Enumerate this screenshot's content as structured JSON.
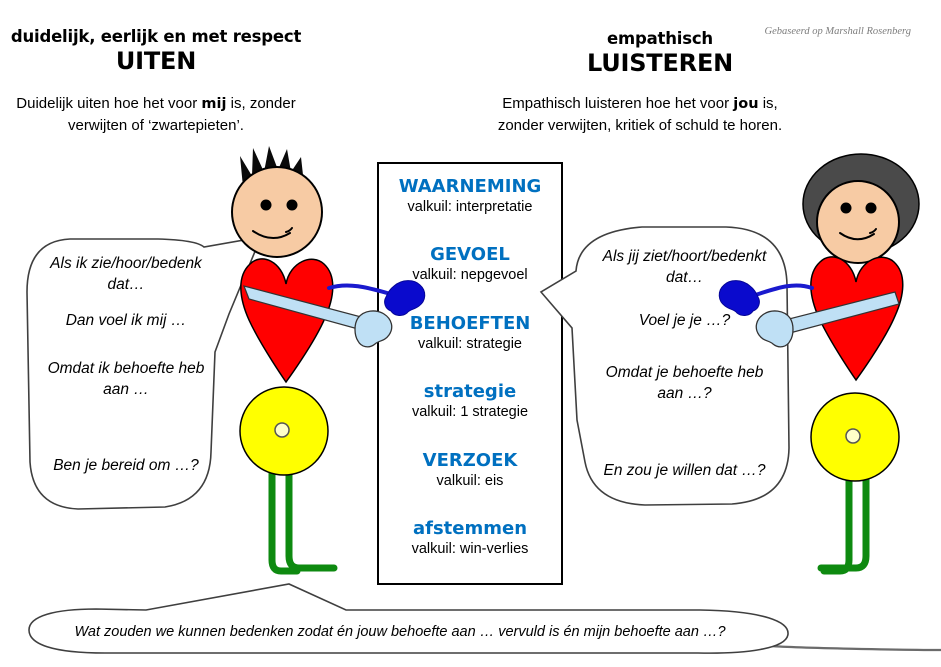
{
  "attribution": "Gebaseerd op Marshall Rosenberg",
  "left_header": {
    "line1": "duidelijk, eerlijk en met respect",
    "line2": "UITEN",
    "sub_pre": "Duidelijk uiten hoe het voor ",
    "sub_bold": "mij",
    "sub_post": " is, zonder",
    "sub_line2": "verwijten of ‘zwartepieten’."
  },
  "right_header": {
    "line1": "empathisch",
    "line2": "LUISTEREN",
    "sub_pre": "Empathisch luisteren hoe het voor ",
    "sub_bold": "jou",
    "sub_post": " is,",
    "sub_line2": "zonder verwijten, kritiek of schuld te horen."
  },
  "center": {
    "steps": [
      {
        "title": "WAARNEMING",
        "pitfall": "valkuil: interpretatie"
      },
      {
        "title": "GEVOEL",
        "pitfall": "valkuil: nepgevoel"
      },
      {
        "title": "BEHOEFTEN",
        "pitfall": "valkuil: strategie"
      },
      {
        "title": "strategie",
        "pitfall": "valkuil: 1 strategie"
      },
      {
        "title": "VERZOEK",
        "pitfall": "valkuil: eis"
      },
      {
        "title": "afstemmen",
        "pitfall": "valkuil: win-verlies"
      }
    ]
  },
  "left_bubble": {
    "lines": [
      "Als ik zie/hoor/bedenk dat…",
      "Dan voel ik mij …",
      "Omdat ik behoefte heb aan …",
      "Ben je bereid om …?"
    ]
  },
  "right_bubble": {
    "lines": [
      "Als jij ziet/hoort/bedenkt dat…",
      "Voel je je …?",
      "Omdat je behoefte heb aan …?",
      "En zou je willen dat …?"
    ]
  },
  "bottom_bubble": {
    "text": "Wat zouden we kunnen bedenken zodat én jouw behoefte aan … vervuld is én mijn behoefte aan …?"
  },
  "colors": {
    "accent_blue": "#0070C0",
    "heart_red": "#FF0000",
    "belly_yellow": "#FFFF00",
    "leg_green": "#0E8A10",
    "skin": "#F7CBA4",
    "dark_hand_blue": "#0A0ACD",
    "light_hand_blue": "#BFE0F5"
  }
}
